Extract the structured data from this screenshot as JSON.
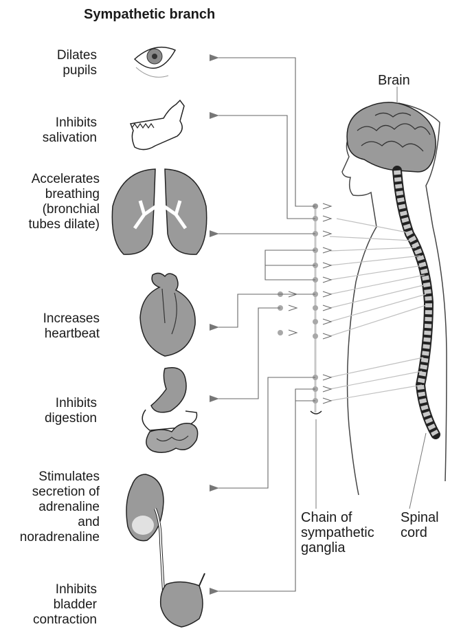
{
  "title": "Sympathetic branch",
  "effects": [
    {
      "lines": [
        "Dilates",
        "pupils"
      ]
    },
    {
      "lines": [
        "Inhibits",
        "salivation"
      ]
    },
    {
      "lines": [
        "Accelerates",
        "breathing",
        "(bronchial",
        "tubes dilate)"
      ]
    },
    {
      "lines": [
        "Increases",
        "heartbeat"
      ]
    },
    {
      "lines": [
        "Inhibits",
        "digestion"
      ]
    },
    {
      "lines": [
        "Stimulates",
        "secretion of",
        "adrenaline",
        "and",
        "noradrenaline"
      ]
    },
    {
      "lines": [
        "Inhibits",
        "bladder",
        "contraction"
      ]
    }
  ],
  "labels": {
    "brain": "Brain",
    "chain": [
      "Chain of",
      "sympathetic",
      "ganglia"
    ],
    "spinal_cord": [
      "Spinal",
      "cord"
    ]
  },
  "colors": {
    "organ_fill": "#9a9a9a",
    "ganglion": "#a8a8a8",
    "line": "#555555",
    "nerve": "#c8c8c8"
  },
  "icons": [
    "eye-icon",
    "jaw-icon",
    "lungs-icon",
    "heart-icon",
    "stomach-intestine-icon",
    "kidney-adrenal-icon",
    "bladder-icon",
    "head-silhouette-icon",
    "brain-icon",
    "spinal-cord-icon"
  ]
}
